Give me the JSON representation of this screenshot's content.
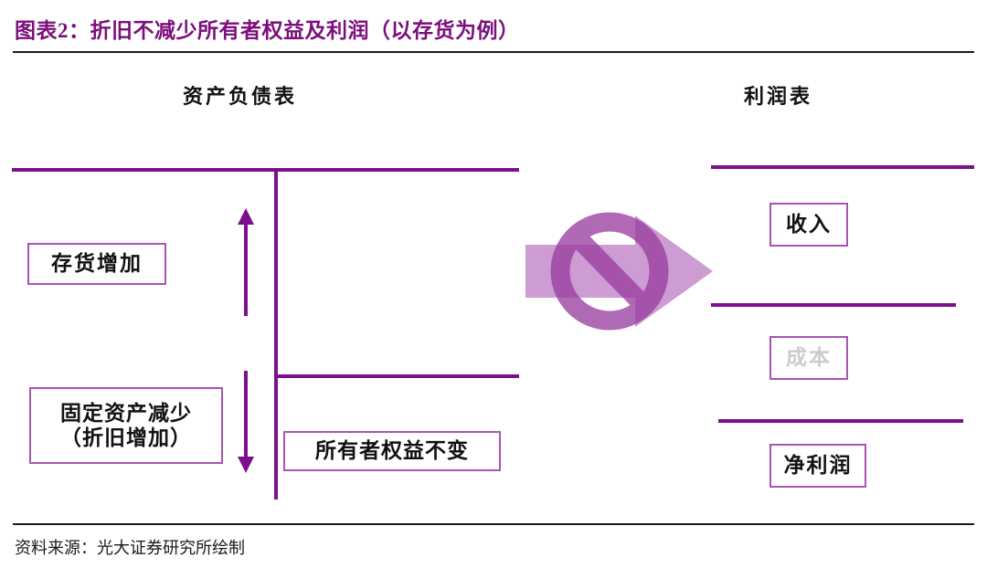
{
  "header": {
    "title": "图表2：折旧不减少所有者权益及利润（以存货为例）",
    "title_color": "#7B0F7B"
  },
  "footer": {
    "note": "资料来源：光大证券研究所绘制"
  },
  "theme": {
    "accent_purple": "#7B0F8C",
    "box_border": "#A855B0",
    "arrow_fill": "#C186C8",
    "no_symbol": "#9B3FA0",
    "muted_text": "#cccccc",
    "text": "#111111"
  },
  "diagram": {
    "type": "flow-diagram",
    "panels": [
      {
        "id": "balance-sheet",
        "heading": "资产负债表",
        "side": "left",
        "nodes": [
          {
            "id": "inventory",
            "label": "存货增加",
            "lines": [
              "存货增加"
            ],
            "column": "assets",
            "state": "normal"
          },
          {
            "id": "fixed-assets",
            "label": "固定资产减少（折旧增加）",
            "lines": [
              "固定资产减少",
              "（折旧增加）"
            ],
            "column": "assets",
            "state": "normal"
          },
          {
            "id": "equity",
            "label": "所有者权益不变",
            "lines": [
              "所有者权益不变"
            ],
            "column": "equity",
            "state": "normal"
          }
        ],
        "arrows": [
          {
            "id": "assets-up",
            "direction": "up",
            "meaning": "inventory-increase"
          },
          {
            "id": "assets-down",
            "direction": "down",
            "meaning": "fixed-assets-decrease"
          }
        ]
      },
      {
        "id": "income-statement",
        "heading": "利润表",
        "side": "right",
        "nodes": [
          {
            "id": "revenue",
            "label": "收入",
            "lines": [
              "收入"
            ],
            "state": "normal"
          },
          {
            "id": "cost",
            "label": "成本",
            "lines": [
              "成本"
            ],
            "state": "muted"
          },
          {
            "id": "net-profit",
            "label": "净利润",
            "lines": [
              "净利润"
            ],
            "state": "normal"
          }
        ]
      }
    ],
    "center": {
      "icon": "blocked-right-arrow",
      "arrow_direction": "right",
      "overlay": "no-entry-slash-circle",
      "meaning": "no-effect"
    }
  }
}
